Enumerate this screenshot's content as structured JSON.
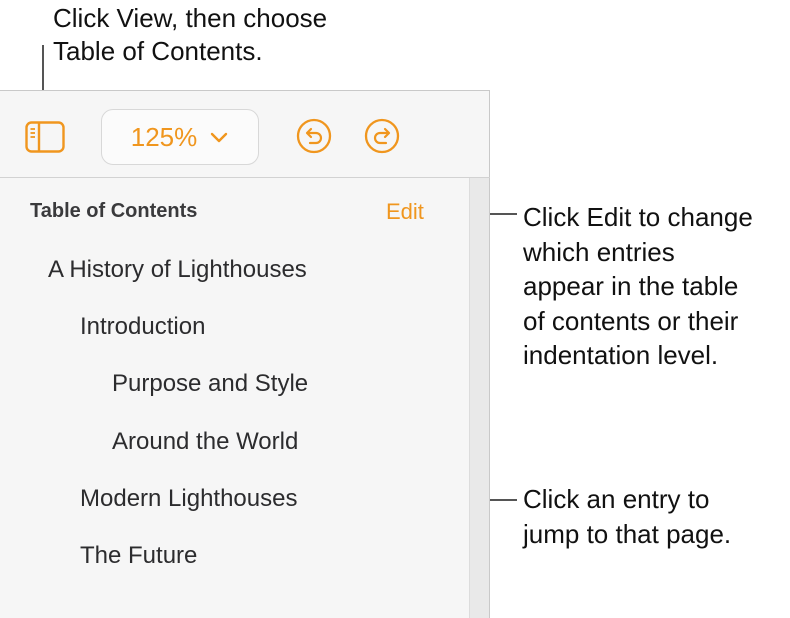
{
  "callouts": {
    "view": "Click View, then choose\nTable of Contents.",
    "edit": "Click Edit to change\nwhich entries\nappear in the table\nof contents or their\nindentation level.",
    "entry": "Click an entry to\njump to that page."
  },
  "toolbar": {
    "sidebar_icon": "sidebar-icon",
    "zoom_label": "125%",
    "undo_icon": "undo-icon",
    "redo_icon": "redo-icon"
  },
  "toc": {
    "heading": "Table of Contents",
    "edit_label": "Edit",
    "entries": [
      {
        "label": "A History of Lighthouses",
        "level": 1
      },
      {
        "label": "Introduction",
        "level": 2
      },
      {
        "label": "Purpose and Style",
        "level": 3
      },
      {
        "label": "Around the World",
        "level": 3
      },
      {
        "label": "Modern Lighthouses",
        "level": 2
      },
      {
        "label": "The Future",
        "level": 2
      }
    ]
  },
  "colors": {
    "accent": "#f0961e",
    "panel_bg": "#f6f6f6",
    "text": "#2c2c2e"
  }
}
